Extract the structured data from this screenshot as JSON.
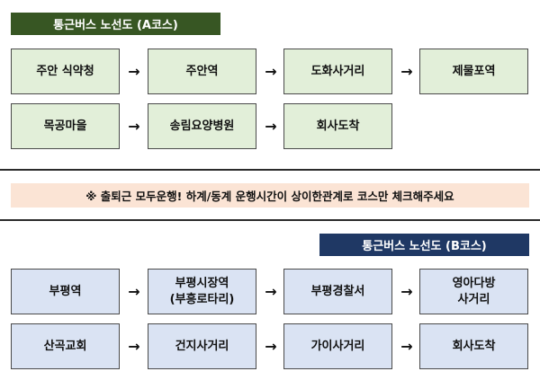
{
  "course_a": {
    "title": "통근버스 노선도 (A코스)",
    "row1": [
      "주안 식약청",
      "주안역",
      "도화사거리",
      "제물포역"
    ],
    "row2": [
      "목공마을",
      "송림요양병원",
      "회사도착"
    ]
  },
  "notice": "※ 출퇴근 모두운행! 하계/동계 운행시간이 상이한관계로 코스만 체크해주세요",
  "course_b": {
    "title": "통근버스 노선도 (B코스)",
    "row1": [
      "부평역",
      "부평시장역\n(부흥로타리)",
      "부평경찰서",
      "영아다방\n사거리"
    ],
    "row2": [
      "산곡교회",
      "건지사거리",
      "가이사거리",
      "회사도착"
    ]
  },
  "arrow_symbol": "→",
  "colors": {
    "course_a_title_bg": "#375623",
    "course_a_box_bg": "#e2efd9",
    "course_b_title_bg": "#1f3864",
    "course_b_box_bg": "#dae3f3",
    "notice_bg": "#fbe4d5"
  }
}
